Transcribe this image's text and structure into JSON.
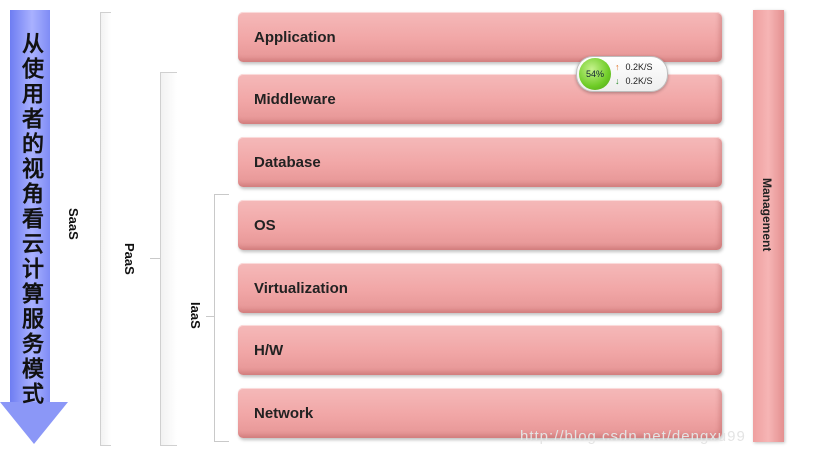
{
  "arrow": {
    "text": "从使用者的视角看云计算服务模式"
  },
  "brackets": {
    "saas": "SaaS",
    "paas": "PaaS",
    "iaas": "IaaS"
  },
  "layers": [
    "Application",
    "Middleware",
    "Database",
    "OS",
    "Virtualization",
    "H/W",
    "Network"
  ],
  "management": "Management",
  "widget": {
    "percent": "54%",
    "upload": "0.2K/S",
    "download": "0.2K/S"
  },
  "watermark": "http://blog.csdn.net/dengxu99",
  "colors": {
    "arrow": "#8b97f7",
    "layer": "#f1a6a6",
    "management": "#ef9f9f"
  }
}
